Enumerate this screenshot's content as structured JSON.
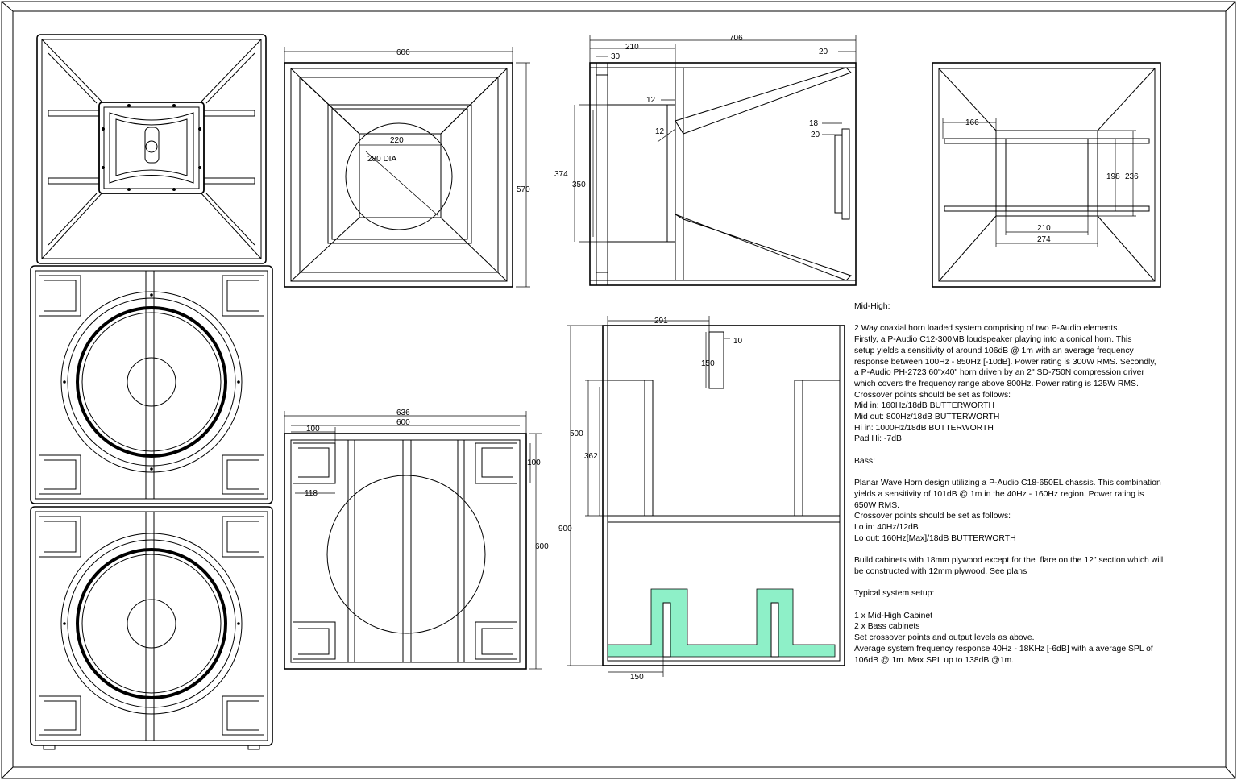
{
  "dimensions": {
    "d606": "606",
    "d570": "570",
    "d220": "220",
    "d280dia": "280 DIA",
    "d706": "706",
    "d210": "210",
    "d30": "30",
    "d20a": "20",
    "d12a": "12",
    "d12b": "12",
    "d374": "374",
    "d350": "350",
    "d18": "18",
    "d20b": "20",
    "d166": "166",
    "d198": "198",
    "d236": "236",
    "d210b": "210",
    "d274": "274",
    "d636": "636",
    "d600": "600",
    "d100a": "100",
    "d100b": "100",
    "d118": "118",
    "d600v": "600",
    "d291": "291",
    "d10": "10",
    "d150a": "150",
    "d500": "500",
    "d362": "362",
    "d900": "900",
    "d150b": "150"
  },
  "notes": {
    "mid_high_heading": "Mid-High:",
    "mid_high_lines": [
      "2 Way coaxial horn loaded system comprising of two P-Audio elements.",
      "Firstly, a P-Audio C12-300MB loudspeaker playing into a conical horn. This",
      "setup yields a sensitivity of around 106dB @ 1m with an average frequency",
      "response between 100Hz - 850Hz [-10dB]. Power rating is 300W RMS. Secondly,",
      "a P-Audio PH-2723 60\"x40\" horn driven by an 2\" SD-750N compression driver",
      "which covers the frequency range above 800Hz. Power rating is 125W RMS.",
      "Crossover points should be set as follows:",
      "Mid in: 160Hz/18dB BUTTERWORTH",
      "Mid out: 800Hz/18dB BUTTERWORTH",
      "Hi in: 1000Hz/18dB BUTTERWORTH",
      "Pad Hi: -7dB"
    ],
    "bass_heading": "Bass:",
    "bass_lines": [
      "Planar Wave Horn design utilizing a P-Audio C18-650EL chassis. This combination",
      "yields a sensitivity of 101dB @ 1m in the 40Hz - 160Hz region. Power rating is",
      "650W RMS.",
      "Crossover points should be set as follows:",
      "Lo in: 40Hz/12dB",
      "Lo out: 160Hz[Max]/18dB BUTTERWORTH"
    ],
    "build_lines": [
      "Build cabinets with 18mm plywood except for the  flare on the 12\" section which will",
      "be constructed with 12mm plywood. See plans"
    ],
    "setup_heading": "Typical system setup:",
    "setup_lines": [
      "1 x Mid-High Cabinet",
      "2 x Bass cabinets",
      "Set crossover points and output levels as above.",
      "Average system frequency response 40Hz - 18KHz [-6dB] with a average SPL of",
      "106dB @ 1m. Max SPL up to 138dB @1m."
    ]
  },
  "colors": {
    "fill_highlight": "#8ef0c8",
    "line": "#000000",
    "paper": "#ffffff"
  }
}
